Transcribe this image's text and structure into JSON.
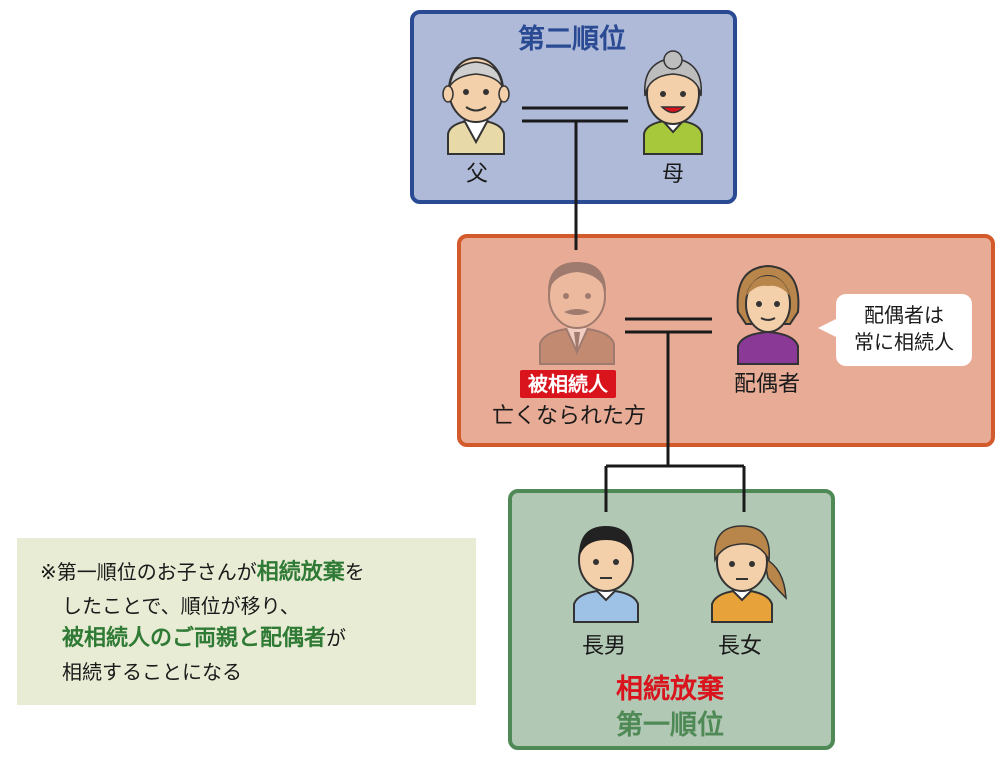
{
  "second_rank": {
    "title": "第二順位",
    "father_label": "父",
    "mother_label": "母"
  },
  "deceased": {
    "badge": "被相続人",
    "caption": "亡くなられた方",
    "spouse_label": "配偶者",
    "bubble_line1": "配偶者は",
    "bubble_line2": "常に相続人"
  },
  "first_rank": {
    "eldest_son_label": "長男",
    "eldest_daughter_label": "長女",
    "renounced": "相続放棄",
    "title": "第一順位"
  },
  "note": {
    "line1_prefix": "※第一順位のお子さんが",
    "line1_emph": "相続放棄",
    "line1_suffix": "を",
    "line2": "したことで、順位が移り、",
    "line3_emph1": "被相続人のご両親",
    "line3_mid": "と",
    "line3_emph2": "配偶者",
    "line3_suffix": "が",
    "line4": "相続することになる"
  },
  "colors": {
    "second_rank_border": "#2a4a93",
    "second_rank_fill": "#aebad8",
    "deceased_border": "#d25a2b",
    "deceased_fill": "#e8ab96",
    "first_rank_border": "#4f8a56",
    "first_rank_fill": "#b1c8b5",
    "note_fill": "#e8ecd5",
    "badge_red": "#d9141d",
    "emphasis_green": "#2f7a34"
  }
}
